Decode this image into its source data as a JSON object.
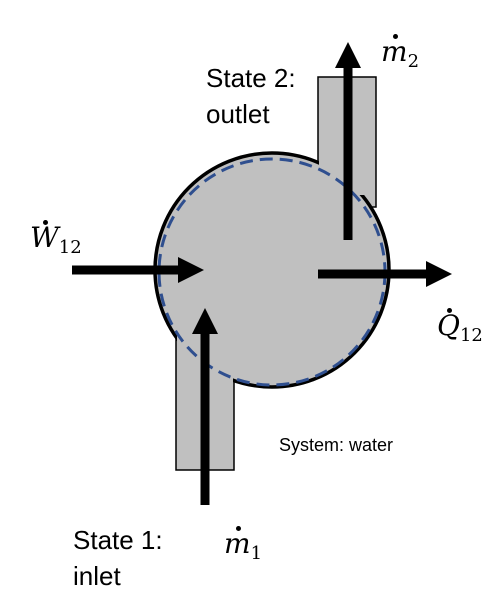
{
  "colors": {
    "system_fill": "#c0c0c0",
    "outline": "#000000",
    "control_volume_boundary": "#2f4f8f",
    "arrows": "#000000",
    "background": "#ffffff"
  },
  "labels": {
    "state2_line1": "State 2:",
    "state2_line2": "outlet",
    "state1_line1": "State 1:",
    "state1_line2": "inlet",
    "system": "System: water",
    "m2_symbol": "m",
    "m2_sub": "2",
    "m1_symbol": "m",
    "m1_sub": "1",
    "w_symbol": "W",
    "w_sub": "12",
    "q_symbol": "Q",
    "q_sub": "12"
  }
}
